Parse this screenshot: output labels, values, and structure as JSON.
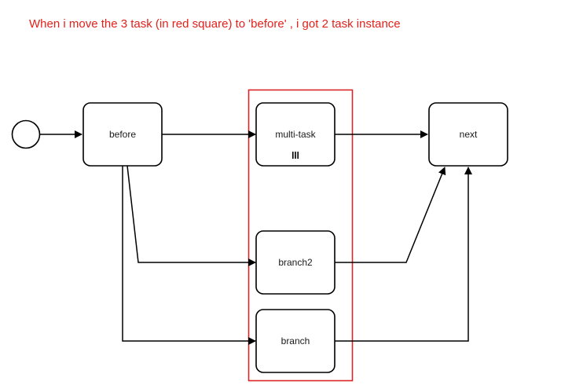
{
  "annotation": {
    "text": "When i move the 3  task (in red square) to 'before' , i got 2 task instance",
    "color": "#e3211b"
  },
  "diagram": {
    "start_event": {
      "label": ""
    },
    "tasks": {
      "before": {
        "label": "before"
      },
      "multi_task": {
        "label": "multi-task",
        "marker": "parallel-multi-instance-icon"
      },
      "branch2": {
        "label": "branch2"
      },
      "branch": {
        "label": "branch"
      },
      "next": {
        "label": "next"
      }
    },
    "highlight_color": "#d9252a",
    "stroke_color": "#000000"
  }
}
